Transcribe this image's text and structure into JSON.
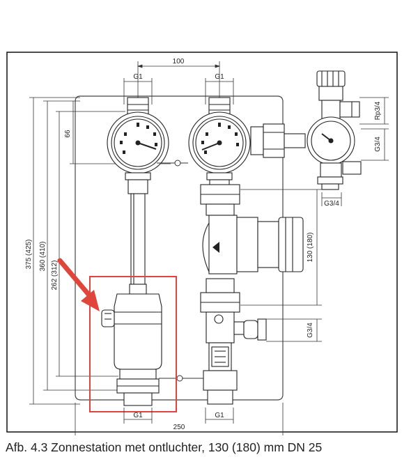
{
  "dimensions": {
    "top_center_distance": "100",
    "top_left_connection": "G1",
    "top_right_connection": "G1",
    "right_top_thread": "Rp3/4",
    "right_gauge_thread": "G3/4",
    "right_bottom_thread": "G3/4",
    "pump_height": "130 (180)",
    "side_connection": "G3/4",
    "left_upper_height": "66",
    "left_total_height": "375 (425)",
    "left_mid_height": "360 (410)",
    "left_inner_height": "262 (312)",
    "bottom_left_connection": "G1",
    "bottom_right_connection": "G1",
    "total_width": "250"
  },
  "caption": "Afb. 4.3 Zonnestation met ontluchter, 130 (180) mm DN 25",
  "colors": {
    "highlight": "#e0453b",
    "line": "#333333",
    "frame": "#111111"
  },
  "icons": {
    "arrow": "arrow-pointer-icon"
  }
}
